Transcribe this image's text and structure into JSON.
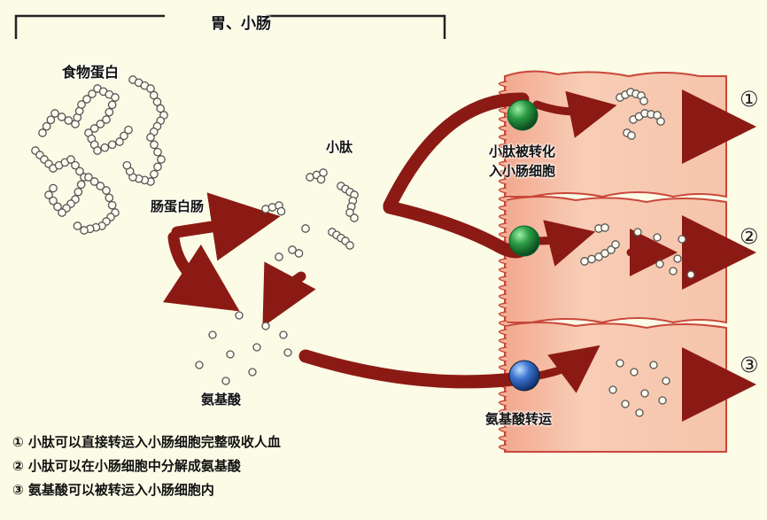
{
  "header": {
    "title": "胃、小肠"
  },
  "labels": {
    "food_protein": "食物蛋白",
    "small_peptide": "小肽",
    "enzyme": "肠蛋白肠",
    "amino_acid": "氨基酸",
    "path1_line1": "小肽被转化",
    "path1_line2": "入小肠细胞",
    "path3": "氨基酸转运"
  },
  "markers": [
    "①",
    "②",
    "③"
  ],
  "legend": [
    "① 小肽可以直接转运入小肠细胞完整吸收人血",
    "② 小肽可以在小肠细胞中分解成氨基酸",
    "③ 氨基酸可以被转运入小肠细胞内"
  ],
  "colors": {
    "background": "#fbfbe6",
    "arrow": "#8c1a14",
    "cell_fill": "#f7c2aa",
    "cell_stroke": "#c9473a",
    "bead_fill": "#fffdf0",
    "bead_stroke": "#555555",
    "transporter_green": "#1f8a3a",
    "transporter_blue": "#2d62b8"
  }
}
